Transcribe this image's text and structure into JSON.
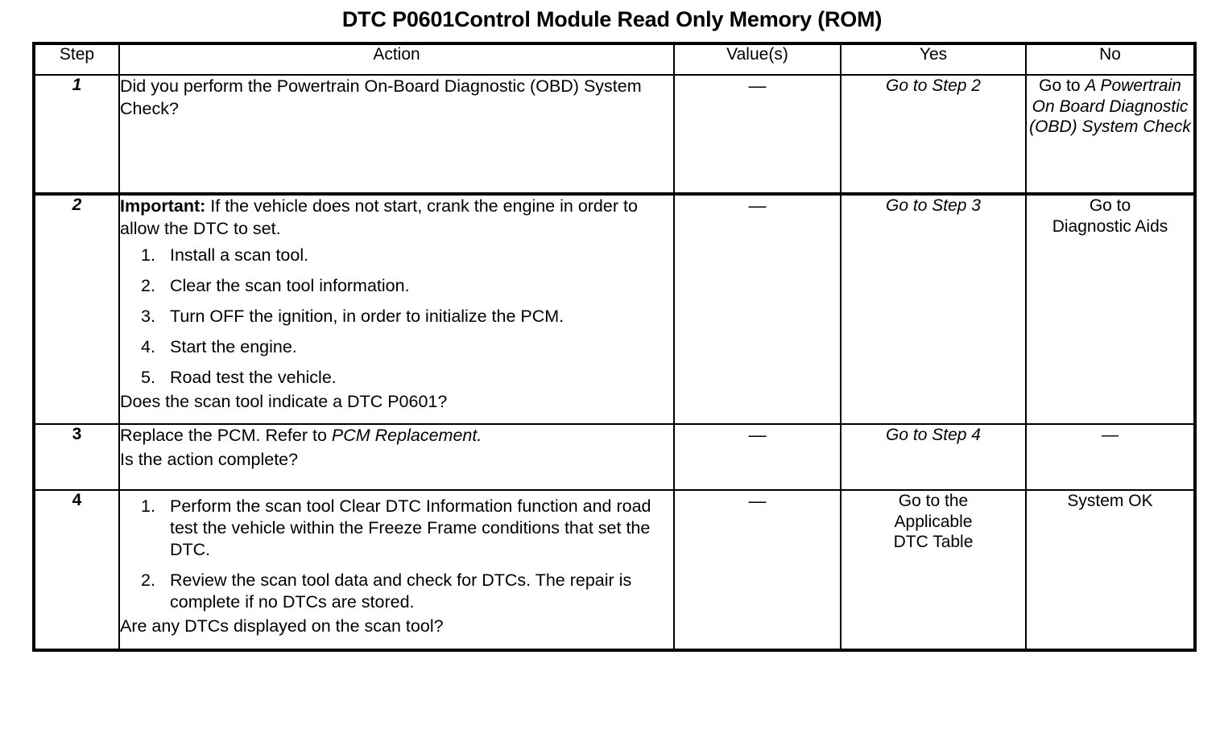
{
  "document": {
    "title": "DTC P0601Control Module Read Only Memory (ROM)"
  },
  "table": {
    "headers": {
      "step": "Step",
      "action": "Action",
      "value": "Value(s)",
      "yes": "Yes",
      "no": "No"
    },
    "rows": [
      {
        "step": "1",
        "action": {
          "paragraphs": [
            "Did you perform the Powertrain On-Board Diagnostic (OBD) System Check?"
          ],
          "list": [],
          "closing": ""
        },
        "value": "—",
        "yes": "Go to Step 2",
        "no_prefix": "Go to ",
        "no_italic": "A Powertrain On Board Diagnostic (OBD) System Check"
      },
      {
        "step": "2",
        "action": {
          "important_label": "Important:",
          "important_text": " If the vehicle does not start, crank the engine in order to allow the DTC to set.",
          "list": [
            {
              "num": "1.",
              "text": "Install a scan tool."
            },
            {
              "num": "2.",
              "text": "Clear the scan tool information."
            },
            {
              "num": "3.",
              "text": "Turn OFF the ignition, in order to initialize the PCM."
            },
            {
              "num": "4.",
              "text": "Start the engine."
            },
            {
              "num": "5.",
              "text": "Road test the vehicle."
            }
          ],
          "closing": "Does the scan tool indicate a DTC P0601?"
        },
        "value": "—",
        "yes": "Go to Step 3",
        "no": "Go to\nDiagnostic Aids"
      },
      {
        "step": "3",
        "action": {
          "line1_plain": "Replace the PCM. Refer to ",
          "line1_italic": "PCM Replacement.",
          "closing": "Is the action complete?"
        },
        "value": "—",
        "yes": "Go to Step 4",
        "no": "—"
      },
      {
        "step": "4",
        "action": {
          "list": [
            {
              "num": "1.",
              "text": "Perform the scan tool Clear DTC Information function and road test the vehicle within the Freeze Frame conditions that set the DTC."
            },
            {
              "num": "2.",
              "text": "Review the scan tool data and check for DTCs. The repair is complete if no DTCs are stored."
            }
          ],
          "closing": "Are any DTCs displayed on the scan tool?"
        },
        "value": "—",
        "yes": "Go to the\nApplicable\nDTC Table",
        "no": "System OK"
      }
    ]
  }
}
